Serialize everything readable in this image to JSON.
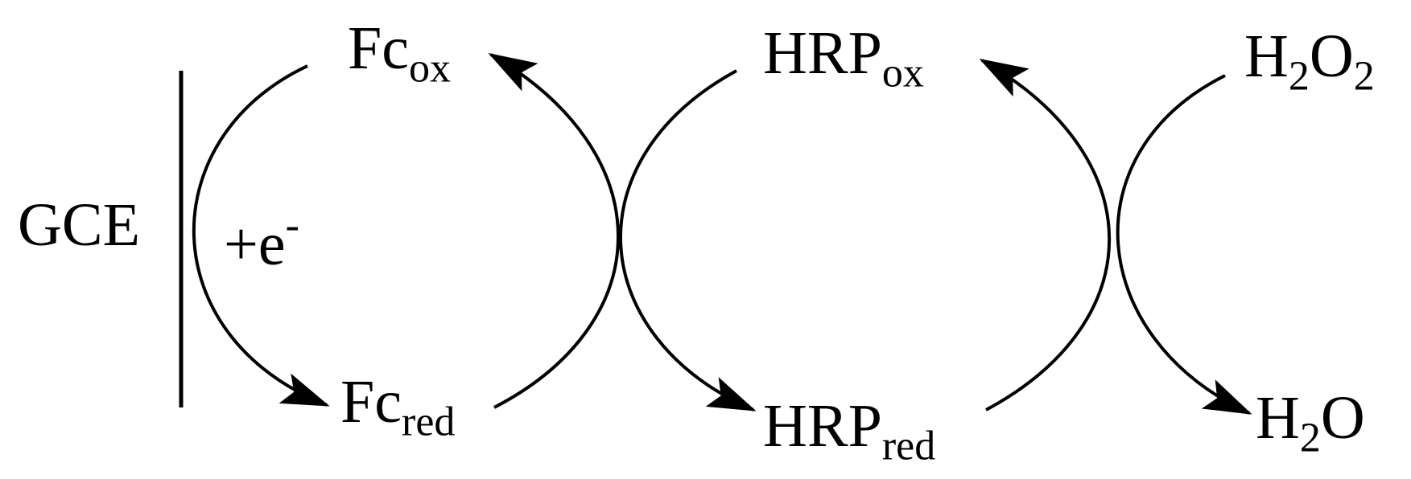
{
  "electrode": {
    "label": "GCE"
  },
  "electron": {
    "base": "+e",
    "sup": "-"
  },
  "ferrocene": {
    "oxidized": {
      "base": "Fc",
      "sub": "ox"
    },
    "reduced": {
      "base": "Fc",
      "sub": "red"
    }
  },
  "hrp": {
    "oxidized": {
      "base": "HRP",
      "sub": "ox"
    },
    "reduced": {
      "base": "HRP",
      "sub": "red"
    }
  },
  "substrate": {
    "reactant": {
      "a": "H",
      "sub1": "2",
      "b": "O",
      "sub2": "2"
    },
    "product": {
      "a": "H",
      "sub1": "2",
      "b": "O"
    }
  },
  "colors": {
    "stroke": "#000000",
    "background": "#ffffff"
  }
}
